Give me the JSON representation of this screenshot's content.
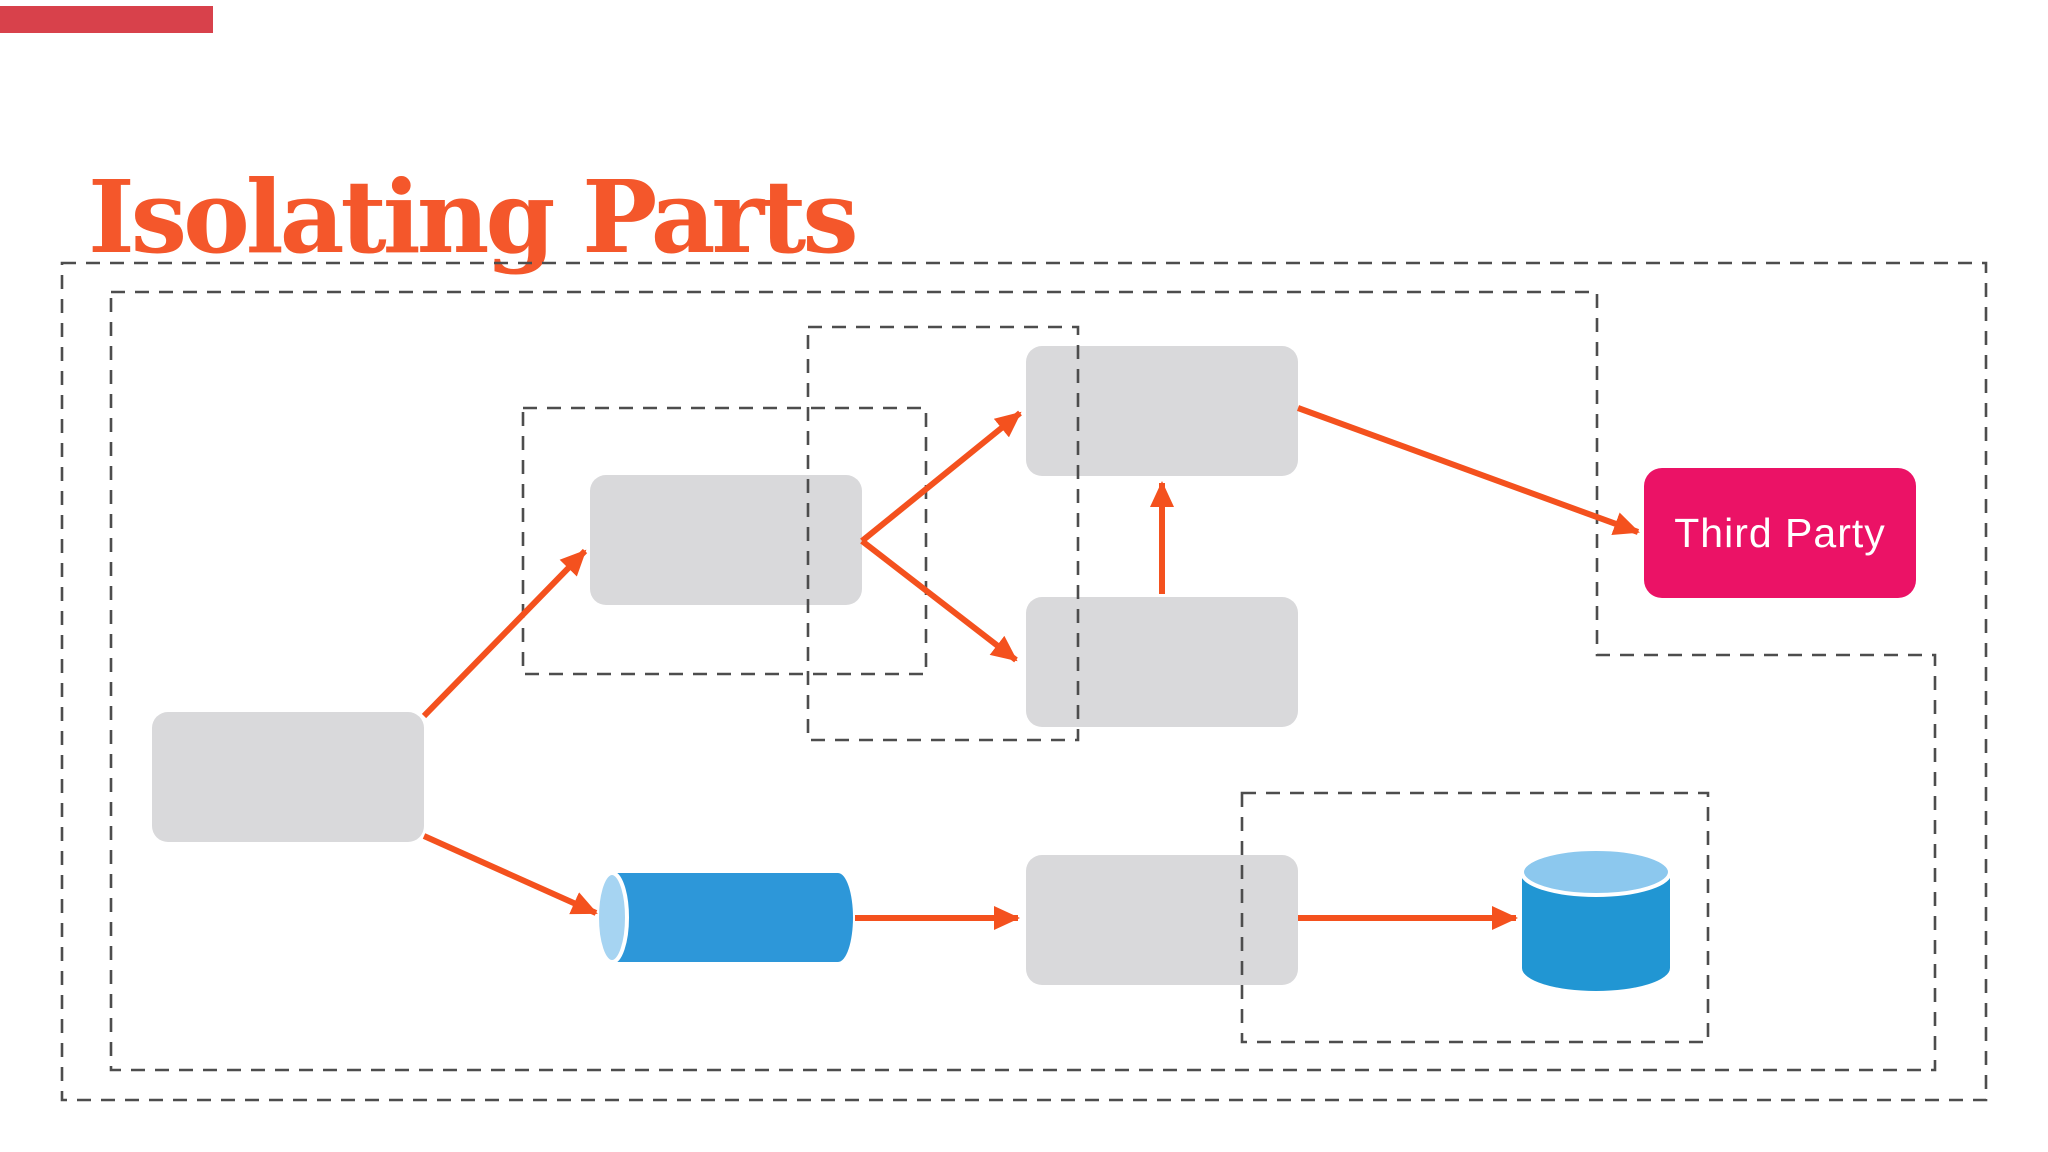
{
  "slide": {
    "title": "Isolating Parts",
    "progress_bar_visible": true
  },
  "diagram": {
    "third_party_label": "Third Party",
    "nodes": [
      {
        "id": "left-root-box",
        "label": "",
        "shape": "rounded-rect",
        "color": "#d9d9db"
      },
      {
        "id": "upper-mid-box",
        "label": "",
        "shape": "rounded-rect",
        "color": "#d9d9db"
      },
      {
        "id": "top-right-box",
        "label": "",
        "shape": "rounded-rect",
        "color": "#d9d9db"
      },
      {
        "id": "mid-right-box",
        "label": "",
        "shape": "rounded-rect",
        "color": "#d9d9db"
      },
      {
        "id": "bottom-mid-box",
        "label": "",
        "shape": "rounded-rect",
        "color": "#d9d9db"
      },
      {
        "id": "third-party-box",
        "label": "Third Party",
        "shape": "rounded-rect",
        "color": "#eb1266"
      },
      {
        "id": "pipe-cylinder",
        "label": "",
        "shape": "horizontal-cylinder",
        "color": "#2d97d9"
      },
      {
        "id": "database-cylinder",
        "label": "",
        "shape": "database-cylinder",
        "color": "#2196d3"
      }
    ],
    "boundaries": [
      {
        "id": "outer-system-boundary",
        "style": "dashed"
      },
      {
        "id": "inner-app-boundary-notched",
        "style": "dashed"
      },
      {
        "id": "group-upper-mid",
        "style": "dashed"
      },
      {
        "id": "group-mid-pair",
        "style": "dashed"
      },
      {
        "id": "group-storage",
        "style": "dashed"
      }
    ],
    "arrow_count": 8
  },
  "colors": {
    "title_orange": "#f4572b",
    "arrow_orange": "#f4511e",
    "node_gray": "#d9d9db",
    "dash_gray": "#4d4d4d",
    "third_party_pink": "#eb1266",
    "pipe_blue": "#2d97d9",
    "pipe_cap_blue": "#a6d4f2",
    "database_blue": "#2196d3",
    "database_top_blue": "#8cc8ee",
    "progress_red": "#d8414b",
    "background": "#ffffff"
  }
}
